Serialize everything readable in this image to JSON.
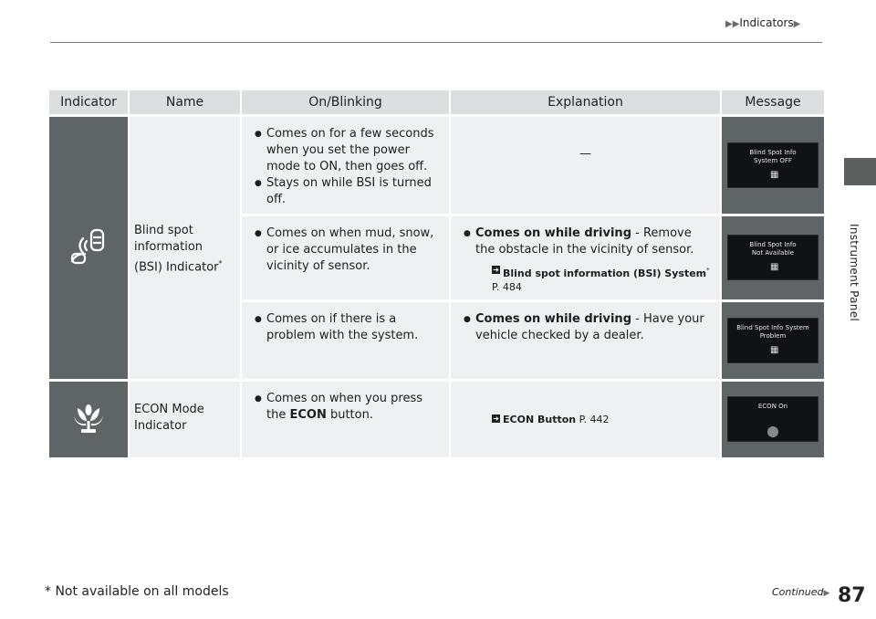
{
  "header": {
    "breadcrumb_prefix": "▶▶",
    "breadcrumb": "Indicators",
    "breadcrumb_suffix": "▶"
  },
  "side_label": "Instrument Panel",
  "table": {
    "columns": [
      "Indicator",
      "Name",
      "On/Blinking",
      "Explanation",
      "Message"
    ],
    "groups": [
      {
        "name_lines": [
          "Blind spot information (BSI) Indicator"
        ],
        "name_sup": "*",
        "icon": "bsi-icon",
        "rows": [
          {
            "on": [
              "Comes on for a few seconds when you set the power mode to ON, then goes off.",
              "Stays on while BSI is turned off."
            ],
            "explanation_dash": "—",
            "message_lines": [
              "Blind Spot Info",
              "System OFF"
            ]
          },
          {
            "on": [
              "Comes on when mud, snow, or ice accumulates in the vicinity of sensor."
            ],
            "exp_bold": "Comes on while driving",
            "exp_rest": " - Remove the obstacle in the vicinity of sensor.",
            "xref_title": "Blind spot information (BSI) System",
            "xref_sup": "*",
            "xref_page": "P. 484",
            "message_lines": [
              "Blind Spot Info",
              "Not Available"
            ]
          },
          {
            "on": [
              "Comes on if there is a problem with the system."
            ],
            "exp_bold": "Comes on while driving",
            "exp_rest": " - Have your vehicle checked by a dealer.",
            "message_lines": [
              "Blind Spot Info System",
              "Problem"
            ]
          }
        ]
      },
      {
        "name_lines": [
          "ECON Mode Indicator"
        ],
        "icon": "econ-icon",
        "rows": [
          {
            "on_pre": "Comes on when you press the ",
            "on_bold": "ECON",
            "on_post": " button.",
            "xref_title": "ECON Button",
            "xref_page": "P. 442",
            "message_lines": [
              "ECON On"
            ]
          }
        ]
      }
    ]
  },
  "footer": {
    "footnote": "* Not available on all models",
    "continued": "Continued",
    "continued_arrow": "▶",
    "page_number": "87"
  }
}
